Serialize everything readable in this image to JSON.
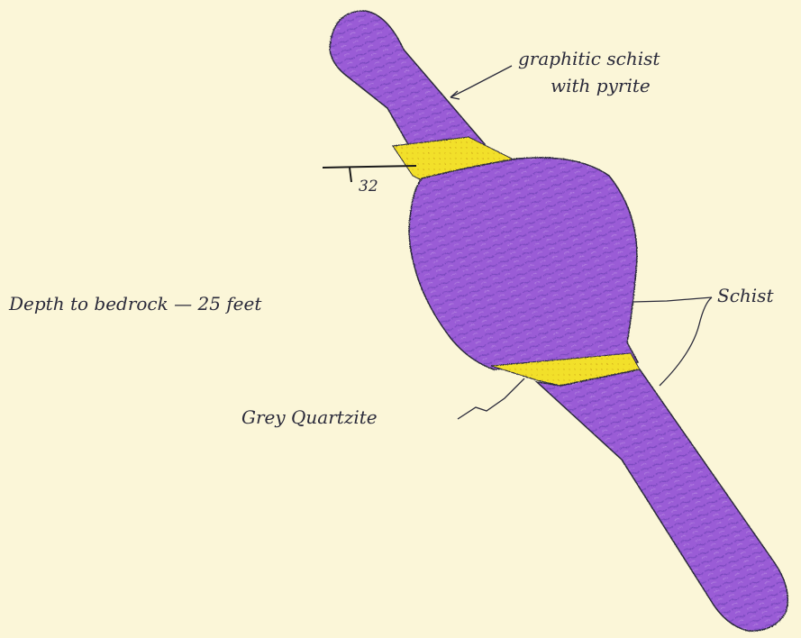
{
  "labels": {
    "graphitic_line1": "graphitic schist",
    "graphitic_line2": "with pyrite",
    "strike_dip": "32",
    "depth": "Depth to bedrock — 25 feet",
    "schist": "Schist",
    "quartzite": "Grey Quartzite"
  },
  "colors": {
    "paper": "#fbf6d8",
    "schist_fill": "#9a5bd6",
    "schist_texture": "#5a3aa8",
    "quartzite_fill": "#f2e02a",
    "ink": "#2a2a3a"
  }
}
